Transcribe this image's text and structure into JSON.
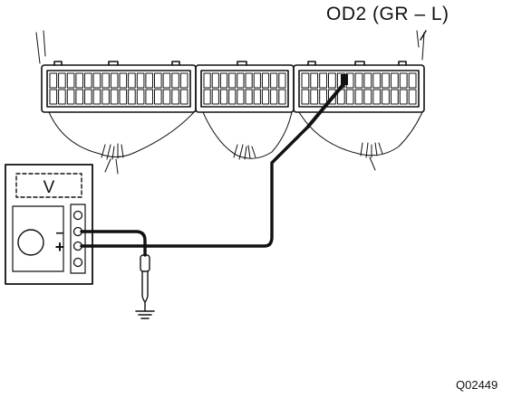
{
  "diagram": {
    "callout_label": "OD2 (GR – L)",
    "figure_id": "Q02449",
    "meter": {
      "unit_label": "V",
      "negative_symbol": "–",
      "positive_symbol": "+"
    },
    "icons": {
      "ground": "ground-symbol-icon",
      "probe": "test-probe-icon"
    }
  }
}
